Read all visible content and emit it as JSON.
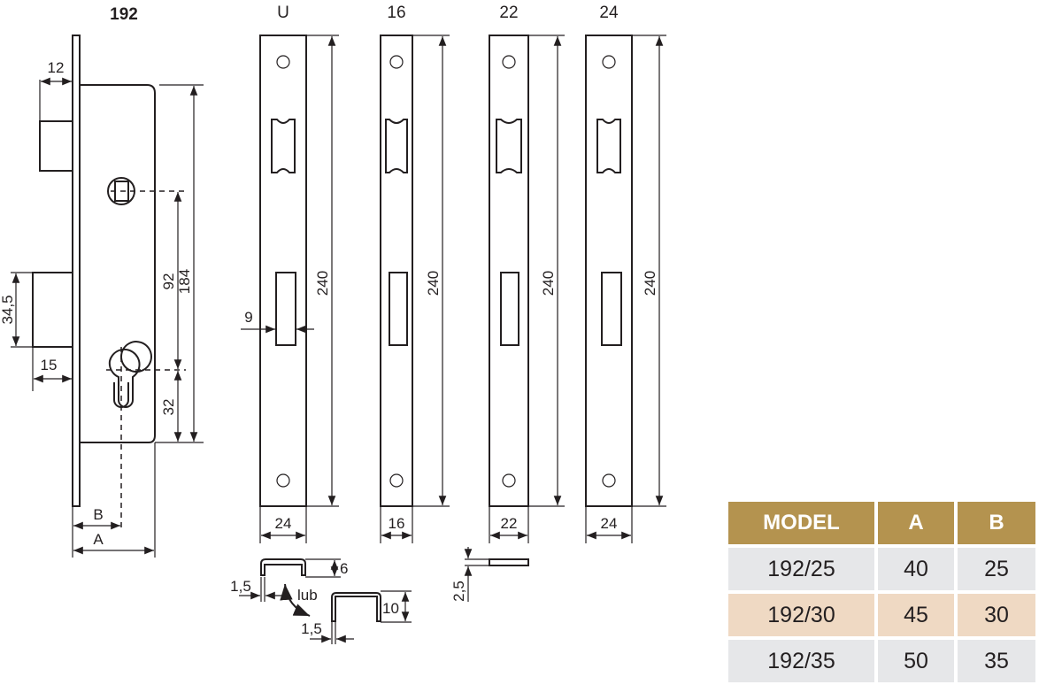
{
  "lock": {
    "title": "192",
    "dims": {
      "d12": "12",
      "d34_5": "34,5",
      "d15": "15",
      "d92": "92",
      "d184": "184",
      "d32": "32",
      "B": "B",
      "A": "A"
    }
  },
  "strike_plates": [
    {
      "label": "U",
      "height": "240",
      "width": "24",
      "slot": "9"
    },
    {
      "label": "16",
      "height": "240",
      "width": "16"
    },
    {
      "label": "22",
      "height": "240",
      "width": "22"
    },
    {
      "label": "24",
      "height": "240",
      "width": "24"
    }
  ],
  "profiles": {
    "u_small_height": "6",
    "u_small_thickness": "1,5",
    "or_label": "lub",
    "u_large_height": "10",
    "u_large_thickness": "1,5",
    "flat_thickness": "2,5"
  },
  "table": {
    "headers": [
      "MODEL",
      "A",
      "B"
    ],
    "rows": [
      [
        "192/25",
        "40",
        "25"
      ],
      [
        "192/30",
        "45",
        "30"
      ],
      [
        "192/35",
        "50",
        "35"
      ]
    ],
    "colors": {
      "header": "#b4934f",
      "row_grey": "#e6e7e9",
      "row_highlight": "#efd9c3"
    }
  }
}
